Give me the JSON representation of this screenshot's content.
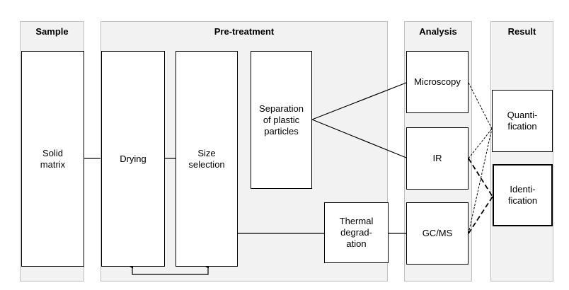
{
  "panels": {
    "sample": "Sample",
    "pretreatment": "Pre-treatment",
    "analysis": "Analysis",
    "result": "Result"
  },
  "boxes": {
    "solid_matrix": "Solid\nmatrix",
    "drying": "Drying",
    "size_selection": "Size\nselection",
    "separation": "Separation\nof plastic\nparticles",
    "thermal": "Thermal\ndegrad-\nation",
    "microscopy": "Microscopy",
    "ir": "IR",
    "gcms": "GC/MS",
    "quantification": "Quanti-\nfication",
    "identification": "Identi-\nfication"
  }
}
